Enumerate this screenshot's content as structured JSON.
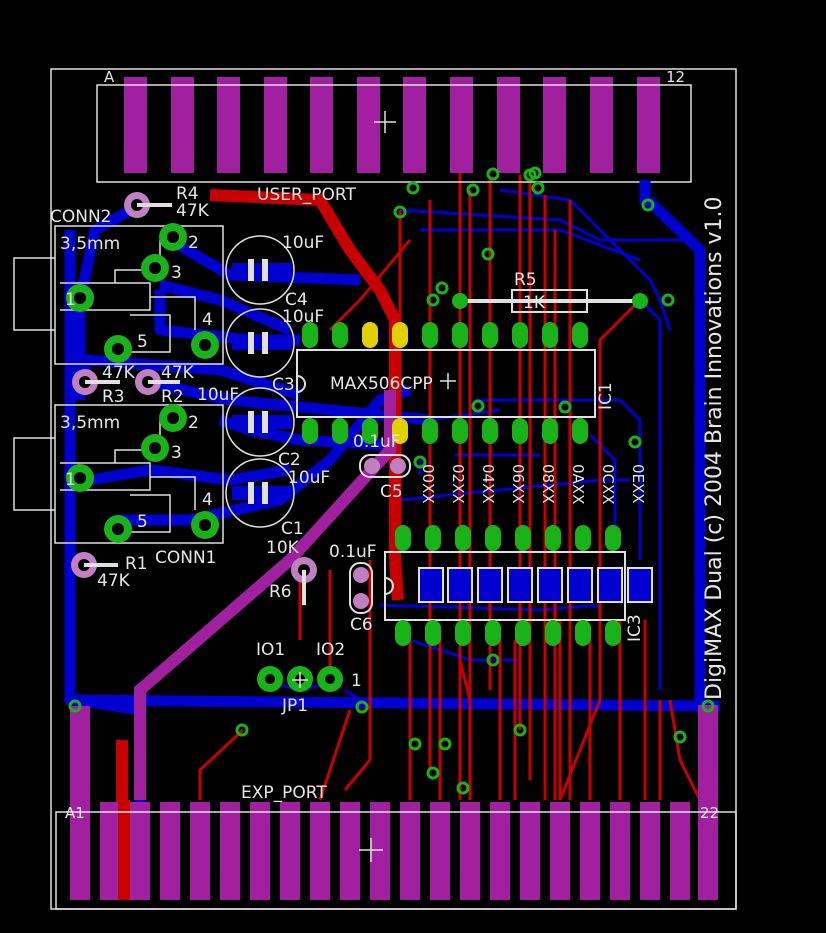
{
  "colors": {
    "background": "#000000",
    "outline": "#e0e0e0",
    "top_copper": "#c80000",
    "bottom_copper": "#0000d0",
    "pad": "#a020a0",
    "via": "#19b319",
    "silk": "#e6e6e6"
  },
  "title": "DigiMAX Dual (c) 2004 Brain Innovations  v1.0",
  "labels": {
    "user_port": "USER_PORT",
    "user_port_pin_first": "A",
    "user_port_pin_last": "12",
    "exp_port": "EXP_PORT",
    "exp_port_pin_first": "A1",
    "exp_port_pin_last": "22",
    "conn2": "CONN2",
    "conn1": "CONN1",
    "conn2_size": "3,5mm",
    "conn1_size": "3,5mm",
    "conn2_pin2": "2",
    "conn2_pin3": "3",
    "conn2_pin1": "1",
    "conn2_pin4": "4",
    "conn2_pin5": "5",
    "conn1_pin2": "2",
    "conn1_pin3": "3",
    "conn1_pin1": "1",
    "conn1_pin4": "4",
    "conn1_pin5": "5",
    "r4": "R4",
    "r4_val": "47K",
    "r3": "R3",
    "r3_val": "47K",
    "r2": "R2",
    "r2_val": "47K",
    "r1": "R1",
    "r1_val": "47K",
    "r5": "R5",
    "r5_val": "1K",
    "r6": "R6",
    "r6_val": "10K",
    "c4": "C4",
    "c4_val": "10uF",
    "c3": "C3",
    "c3_val": "10uF",
    "c2": "C2",
    "c2_val": "10uF",
    "c1": "C1",
    "c1_val": "10uF",
    "c5": "C5",
    "c5_val": "0.1uF",
    "c6": "C6",
    "c6_val": "0.1uF",
    "ic1": "IC1",
    "ic1_part": "MAX506CPP",
    "ic3": "IC3",
    "jp1": "JP1",
    "io1": "IO1",
    "io2": "IO2",
    "jp_pin1": "1",
    "dip_addresses": [
      "00XX",
      "02XX",
      "04XX",
      "06XX",
      "08XX",
      "0AXX",
      "0CXX",
      "0EXX"
    ]
  }
}
